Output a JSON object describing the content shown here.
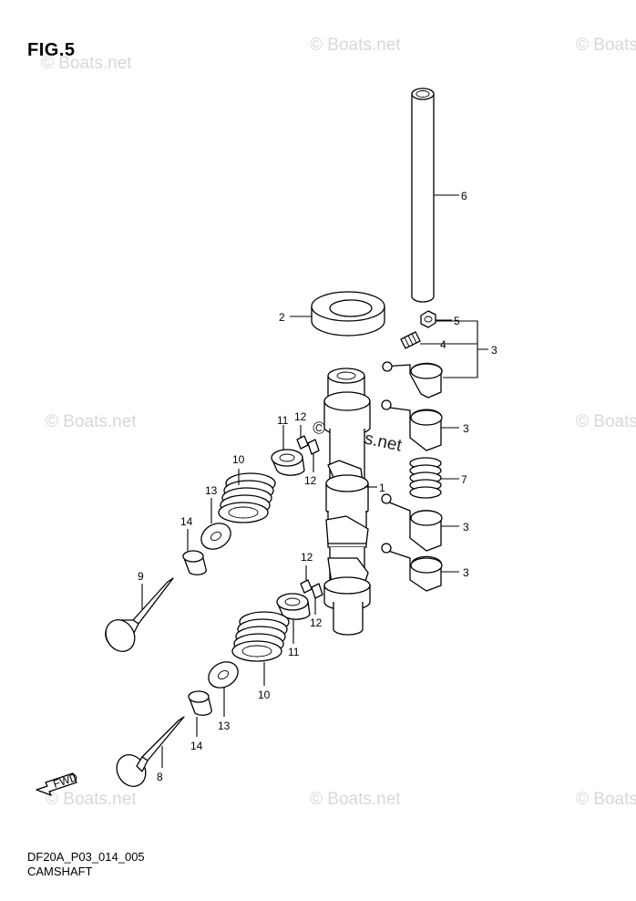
{
  "figure": {
    "title": "FIG.5",
    "code": "DF20A_P03_014_005",
    "name": "CAMSHAFT"
  },
  "watermark": {
    "text": "© Boats.net"
  },
  "fwd_mark": {
    "text": "FWD"
  },
  "callouts": [
    "6",
    "2",
    "5",
    "4",
    "3",
    "3",
    "7",
    "3",
    "3",
    "1",
    "11",
    "12",
    "12",
    "10",
    "13",
    "14",
    "9",
    "12",
    "12",
    "11",
    "10",
    "13",
    "14",
    "8"
  ]
}
